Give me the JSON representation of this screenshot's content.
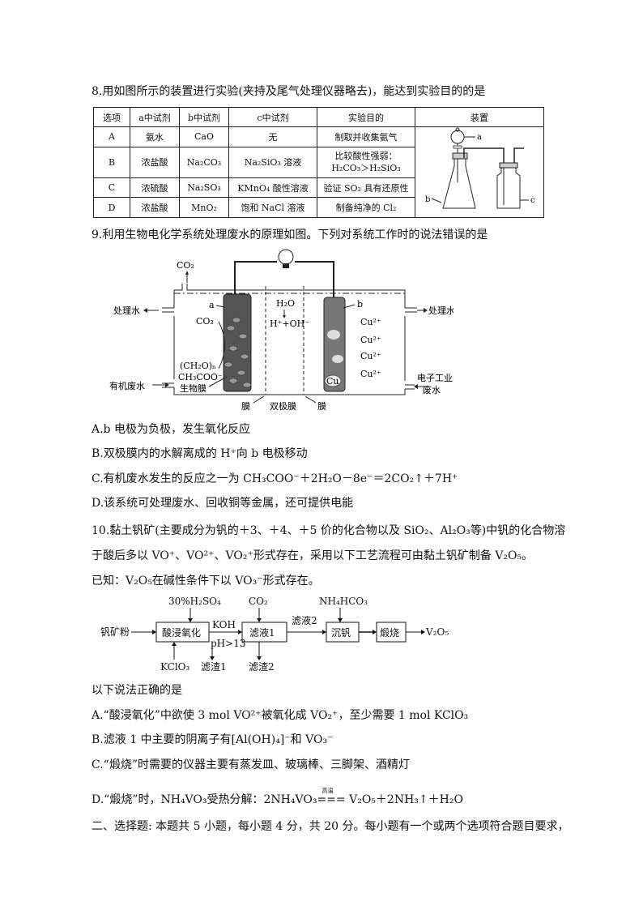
{
  "q8": {
    "stem": "8.用如图所示的装置进行实验(夹持及尾气处理仪器略去)，能达到实验目的的是",
    "table": {
      "headers": [
        "选项",
        "a中试剂",
        "b中试剂",
        "c中试剂",
        "实验目的",
        "装置"
      ],
      "rows": [
        {
          "option": "A",
          "a": "氨水",
          "b": "CaO",
          "c": "无",
          "goal": "制取并收集氨气"
        },
        {
          "option": "B",
          "a": "浓盐酸",
          "b": "Na₂CO₃",
          "c": "Na₂SiO₃ 溶液",
          "goal_line1": "比较酸性强弱：",
          "goal_line2": "H₂CO₃＞H₂SiO₃"
        },
        {
          "option": "C",
          "a": "浓硫酸",
          "b": "Na₂SO₃",
          "c": "KMnO₄ 酸性溶液",
          "goal": "验证 SO₂ 具有还原性"
        },
        {
          "option": "D",
          "a": "浓盐酸",
          "b": "MnO₂",
          "c": "饱和 NaCl 溶液",
          "goal": "制备纯净的 Cl₂"
        }
      ]
    },
    "apparatus_labels": {
      "a": "a",
      "b": "b",
      "c": "c"
    }
  },
  "q9": {
    "stem": "9.利用生物电化学系统处理废水的原理如图。下列对系统工作时的说法错误的是",
    "diagram": {
      "co2_top": "CO₂",
      "left_out": "处理水",
      "left_in": "有机废水",
      "right_out": "处理水",
      "right_in_1": "电子工业",
      "right_in_2": "废水",
      "electrode_a": "a",
      "electrode_b": "b",
      "co2_side": "CO₂",
      "organic_1": "(CH₂O)ₙ",
      "organic_2": "CH₃COO⁻",
      "biofilm": "生物膜",
      "water": "H₂O",
      "ions": "H⁺+OH⁻",
      "cu_ion": "Cu²⁺",
      "cu": "Cu",
      "membrane_left": "膜",
      "membrane_bipolar": "双极膜",
      "membrane_right": "膜"
    },
    "options": [
      "A.b 电极为负极，发生氧化反应",
      "B.双极膜内的水解离成的 H⁺向 b 电极移动",
      "C.有机废水发生的反应之一为 CH₃COO⁻＋2H₂O－8e⁻＝2CO₂↑＋7H⁺",
      "D.该系统可处理废水、回收铜等金属，还可提供电能"
    ]
  },
  "q10": {
    "stem_1": "10.黏土钒矿(主要成分为钒的＋3、＋4、＋5 价的化合物以及 SiO₂、Al₂O₃等)中钒的化合物溶",
    "stem_2": "于酸后多以 VO⁺、VO²⁺、VO₂⁺形式存在，采用以下工艺流程可由黏土钒矿制备 V₂O₅。",
    "known": "已知：V₂O₅在碱性条件下以 VO₃⁻形式存在。",
    "flow": {
      "input": "钒矿粉",
      "box1": "酸浸氧化",
      "reagent1_top": "30%H₂SO₄",
      "reagent1_bottom": "KClO₃",
      "residue1": "滤渣1",
      "arrow1_top": "KOH",
      "arrow1_bottom": "pH>13",
      "box2": "滤液1",
      "reagent2_top": "CO₂",
      "residue2": "滤渣2",
      "arrow2_top": "滤液2",
      "box3": "沉钒",
      "reagent3_top": "NH₄HCO₃",
      "box4": "煅烧",
      "output": "V₂O₅"
    },
    "prompt": "以下说法正确的是",
    "options": [
      "A.“酸浸氧化”中欲使 3 mol VO²⁺被氧化成 VO₂⁺，至少需要 1 mol KClO₃",
      "B.滤液 1 中主要的阴离子有[Al(OH)₄]⁻和 VO₃⁻",
      "C.“煅烧”时需要的仪器主要有蒸发皿、玻璃棒、三脚架、酒精灯"
    ],
    "option_d_prefix": "D.“煅烧”时，NH₄VO₃受热分解：2NH₄VO₃",
    "option_d_condition": "高温",
    "option_d_arrow": "===",
    "option_d_suffix": " V₂O₅＋2NH₃↑＋H₂O"
  },
  "section2": {
    "heading": "二、选择题: 本题共 5 小题，每小题 4 分，共 20 分。每小题有一个或两个选项符合题目要求，"
  }
}
